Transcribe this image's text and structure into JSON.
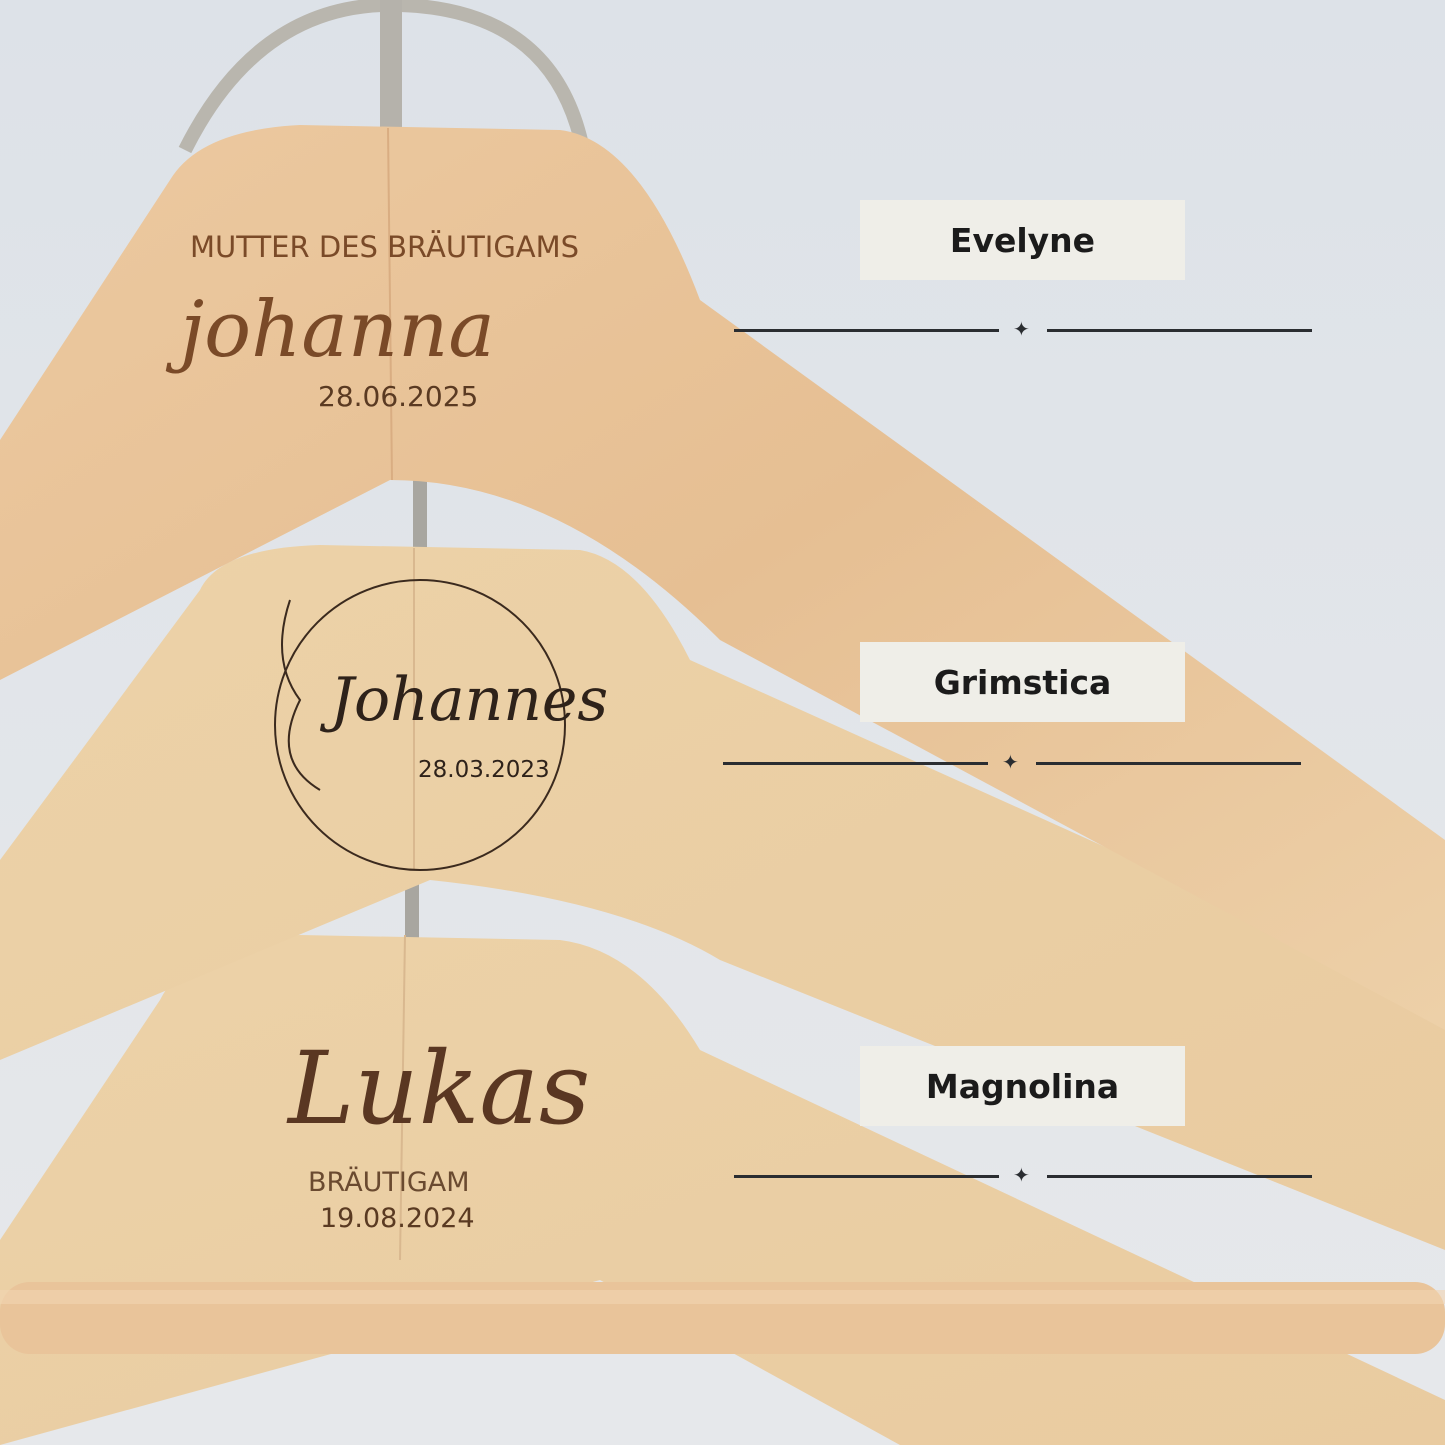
{
  "labels": [
    {
      "name": "Evelyne"
    },
    {
      "name": "Grimstica"
    },
    {
      "name": "Magnolina"
    }
  ],
  "divider_star": "✦",
  "hangers": [
    {
      "title": "MUTTER DES BRÄUTIGAMS",
      "name": "johanna",
      "date": "28.06.2025"
    },
    {
      "name": "Johannes",
      "date": "28.03.2023"
    },
    {
      "name": "Lukas",
      "role": "BRÄUTIGAM",
      "date": "19.08.2024"
    }
  ],
  "colors": {
    "background": "#dfe3e8",
    "wood": "#e8c49a",
    "label_bg": "#efeee8",
    "engraving": "#7a4a28"
  }
}
